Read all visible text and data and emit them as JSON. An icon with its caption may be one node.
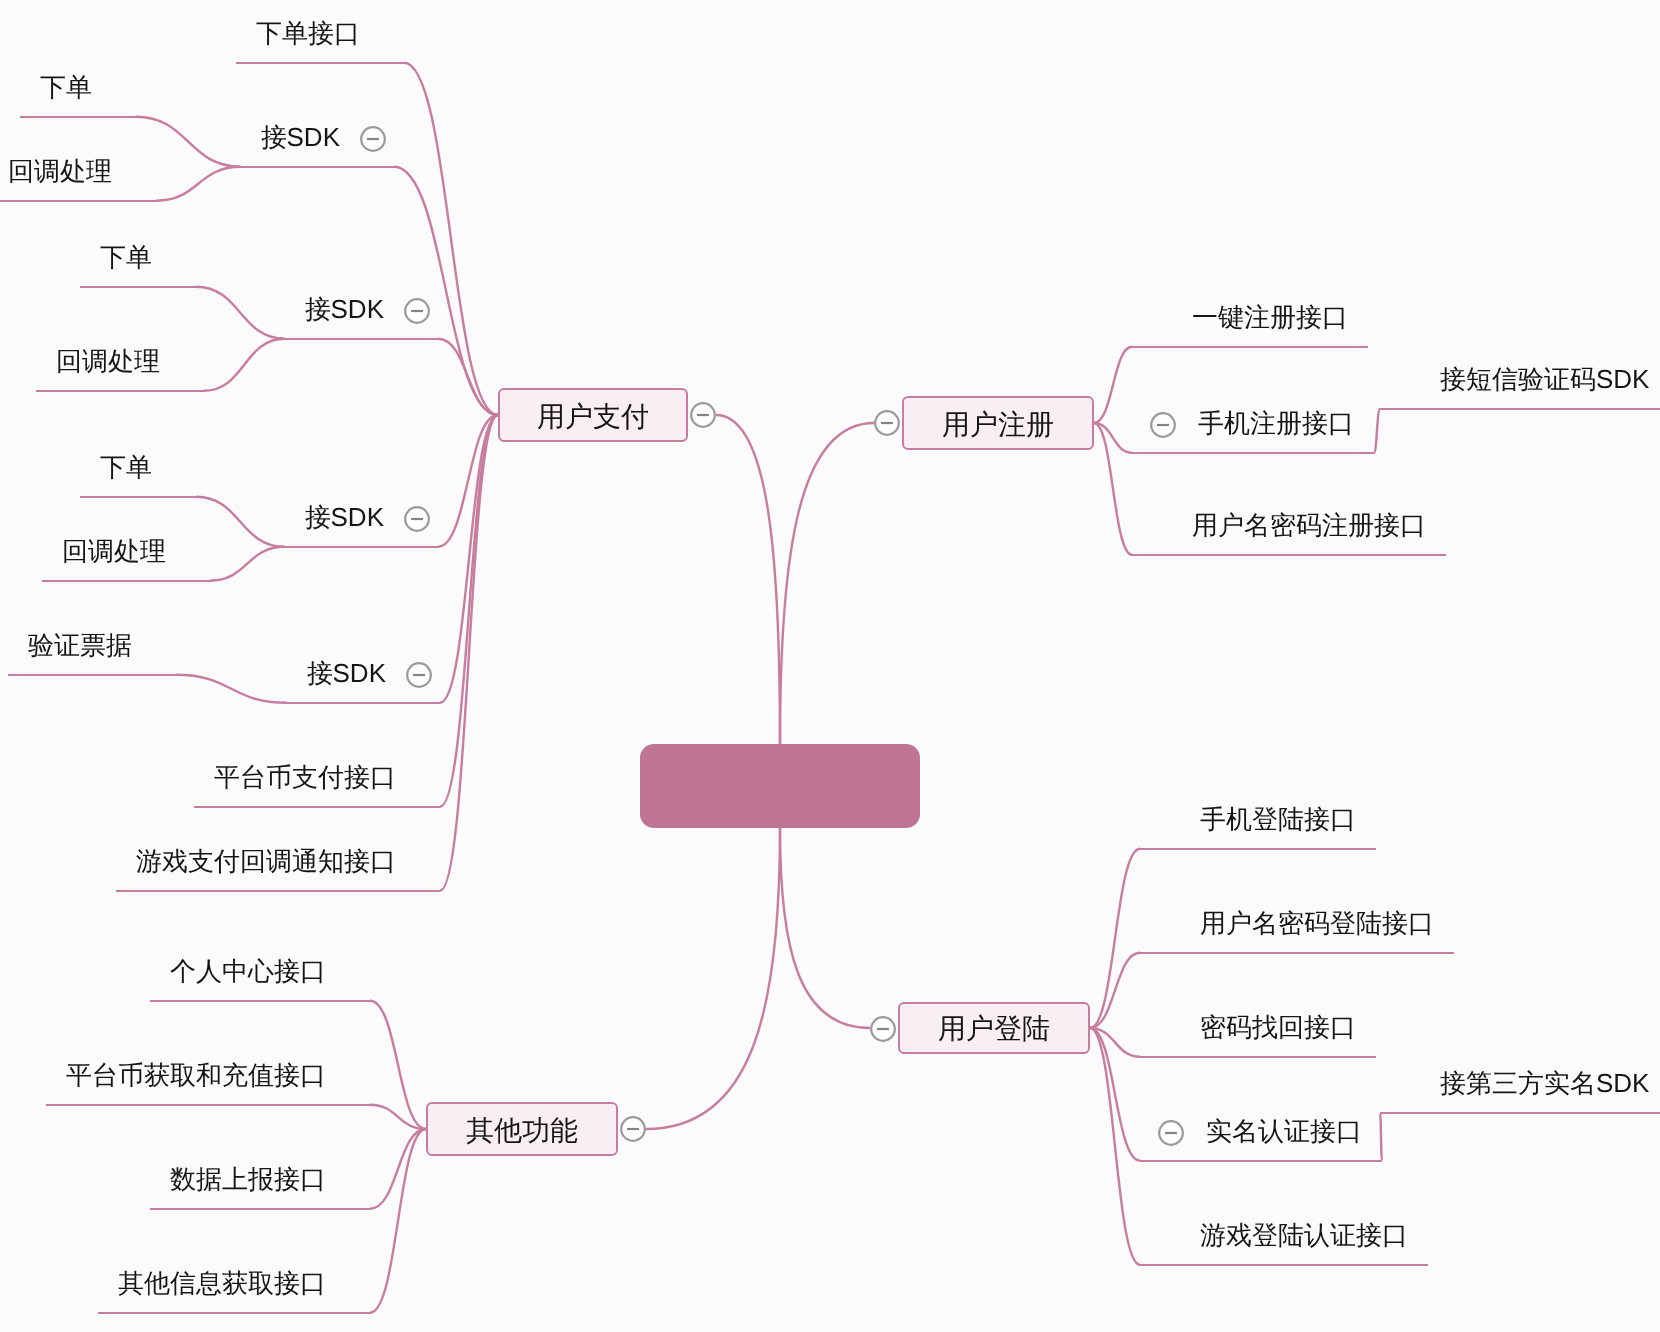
{
  "diagram": {
    "nodes": [
      {
        "text": [],
        "shape": "box"
      },
      {
        "text": [
          "用户支付"
        ]
      },
      {
        "text": [
          "下单接口"
        ]
      },
      {
        "text": [
          "接SDK"
        ]
      },
      {
        "text": [
          "下单"
        ]
      },
      {
        "text": [
          "回调处理"
        ]
      },
      {
        "text": [
          "接SDK"
        ]
      },
      {
        "text": [
          "下单"
        ]
      },
      {
        "text": [
          "回调处理"
        ]
      },
      {
        "text": [
          "接SDK"
        ]
      },
      {
        "text": [
          "下单"
        ]
      },
      {
        "text": [
          "回调处理"
        ]
      },
      {
        "text": [
          "接SDK"
        ]
      },
      {
        "text": [
          "验证票据"
        ]
      },
      {
        "text": [
          "平台币支付接口"
        ]
      },
      {
        "text": [
          "游戏支付回调通知接口"
        ]
      },
      {
        "text": [
          "用户注册"
        ]
      },
      {
        "text": [
          "一键注册接口"
        ]
      },
      {
        "text": [
          "手机注册接口"
        ]
      },
      {
        "text": [
          "接短信验证码SDK"
        ]
      },
      {
        "text": [
          "用户名密码注册接口"
        ]
      },
      {
        "text": [
          "用户登陆"
        ]
      },
      {
        "text": [
          "手机登陆接口"
        ]
      },
      {
        "text": [
          "用户名密码登陆接口"
        ]
      },
      {
        "text": [
          "密码找回接口"
        ]
      },
      {
        "text": [
          "实名认证接口"
        ]
      },
      {
        "text": [
          "接第三方实名SDK"
        ]
      },
      {
        "text": [
          "游戏登陆认证接口"
        ]
      },
      {
        "text": [
          "其他功能"
        ]
      },
      {
        "text": [
          "个人中心接口"
        ]
      },
      {
        "text": [
          "平台币获取和充值接口"
        ]
      },
      {
        "text": [
          "数据上报接口"
        ]
      },
      {
        "text": [
          "其他信息获取接口"
        ]
      }
    ],
    "edges": [
      {
        "from": 0,
        "to": 1,
        "arrow": "none"
      },
      {
        "from": 1,
        "to": 2,
        "arrow": "none"
      },
      {
        "from": 1,
        "to": 3,
        "arrow": "none"
      },
      {
        "from": 3,
        "to": 4,
        "arrow": "none"
      },
      {
        "from": 3,
        "to": 5,
        "arrow": "none"
      },
      {
        "from": 1,
        "to": 6,
        "arrow": "none"
      },
      {
        "from": 6,
        "to": 7,
        "arrow": "none"
      },
      {
        "from": 6,
        "to": 8,
        "arrow": "none"
      },
      {
        "from": 1,
        "to": 9,
        "arrow": "none"
      },
      {
        "from": 9,
        "to": 10,
        "arrow": "none"
      },
      {
        "from": 9,
        "to": 11,
        "arrow": "none"
      },
      {
        "from": 1,
        "to": 12,
        "arrow": "none"
      },
      {
        "from": 12,
        "to": 13,
        "arrow": "none"
      },
      {
        "from": 1,
        "to": 14,
        "arrow": "none"
      },
      {
        "from": 1,
        "to": 15,
        "arrow": "none"
      },
      {
        "from": 0,
        "to": 16,
        "arrow": "none"
      },
      {
        "from": 16,
        "to": 17,
        "arrow": "none"
      },
      {
        "from": 16,
        "to": 18,
        "arrow": "none"
      },
      {
        "from": 18,
        "to": 19,
        "arrow": "none"
      },
      {
        "from": 16,
        "to": 20,
        "arrow": "none"
      },
      {
        "from": 0,
        "to": 21,
        "arrow": "none"
      },
      {
        "from": 21,
        "to": 22,
        "arrow": "none"
      },
      {
        "from": 21,
        "to": 23,
        "arrow": "none"
      },
      {
        "from": 21,
        "to": 24,
        "arrow": "none"
      },
      {
        "from": 21,
        "to": 25,
        "arrow": "none"
      },
      {
        "from": 25,
        "to": 26,
        "arrow": "none"
      },
      {
        "from": 21,
        "to": 27,
        "arrow": "none"
      },
      {
        "from": 0,
        "to": 28,
        "arrow": "none"
      },
      {
        "from": 28,
        "to": 29,
        "arrow": "none"
      },
      {
        "from": 28,
        "to": 30,
        "arrow": "none"
      },
      {
        "from": 28,
        "to": 31,
        "arrow": "none"
      },
      {
        "from": 28,
        "to": 32,
        "arrow": "none"
      }
    ]
  }
}
